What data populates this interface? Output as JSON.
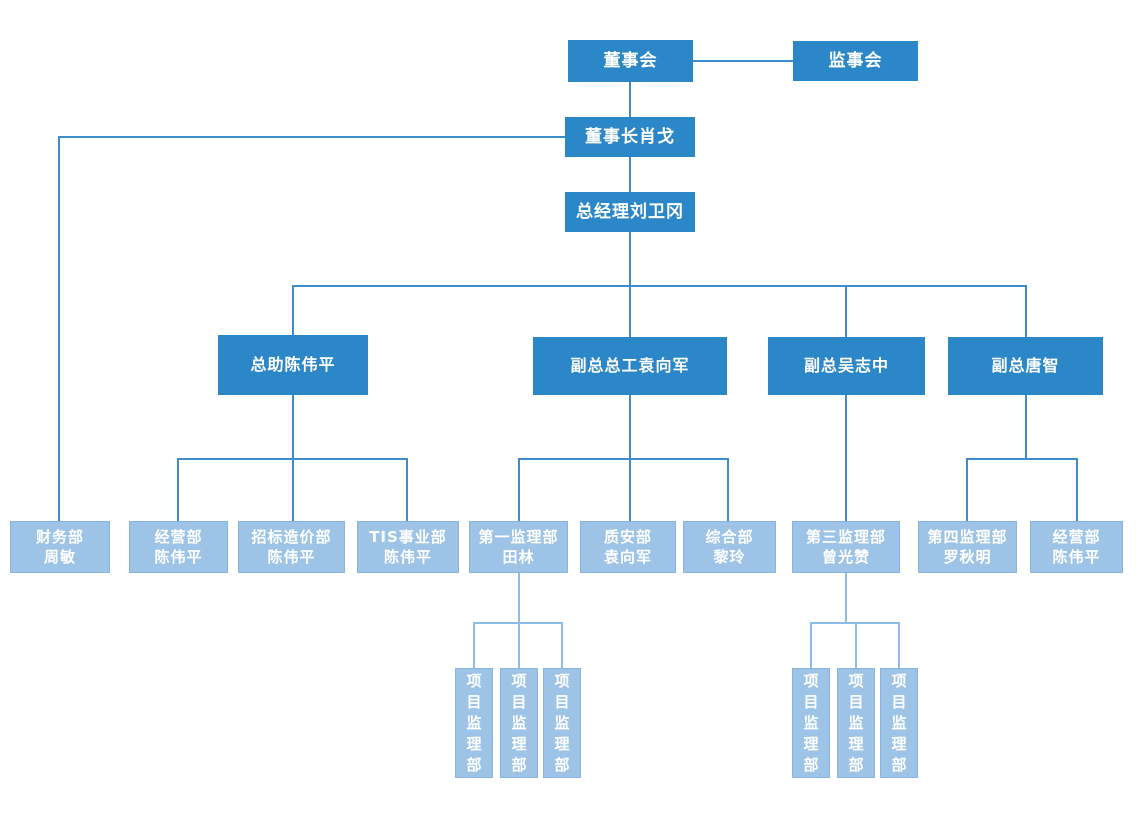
{
  "colors": {
    "node_primary": "#2C87C8",
    "node_light": "#9DC3E6",
    "node_light_border": "#8AB4DE",
    "connector_main": "#3E8CCB",
    "connector_light": "#8FBCE6",
    "text": "#FFFFFF",
    "background": "#FFFFFF"
  },
  "org": {
    "board": {
      "label": "董事会"
    },
    "supervisory": {
      "label": "监事会"
    },
    "chairman": {
      "label": "董事长肖戈"
    },
    "general_manager": {
      "label": "总经理刘卫冈"
    },
    "executives": [
      {
        "label": "总助陈伟平"
      },
      {
        "label": "副总总工袁向军"
      },
      {
        "label": "副总吴志中"
      },
      {
        "label": "副总唐智"
      }
    ],
    "departments": [
      {
        "dept": "财务部",
        "person": "周敏"
      },
      {
        "dept": "经营部",
        "person": "陈伟平"
      },
      {
        "dept": "招标造价部",
        "person": "陈伟平"
      },
      {
        "dept": "TIS事业部",
        "person": "陈伟平"
      },
      {
        "dept": "第一监理部",
        "person": "田林"
      },
      {
        "dept": "质安部",
        "person": "袁向军"
      },
      {
        "dept": "综合部",
        "person": "黎玲"
      },
      {
        "dept": "第三监理部",
        "person": "曾光赞"
      },
      {
        "dept": "第四监理部",
        "person": "罗秋明"
      },
      {
        "dept": "经营部",
        "person": "陈伟平"
      }
    ],
    "project_offices": [
      "项目监理部",
      "项目监理部",
      "项目监理部",
      "项目监理部",
      "项目监理部",
      "项目监理部"
    ]
  }
}
